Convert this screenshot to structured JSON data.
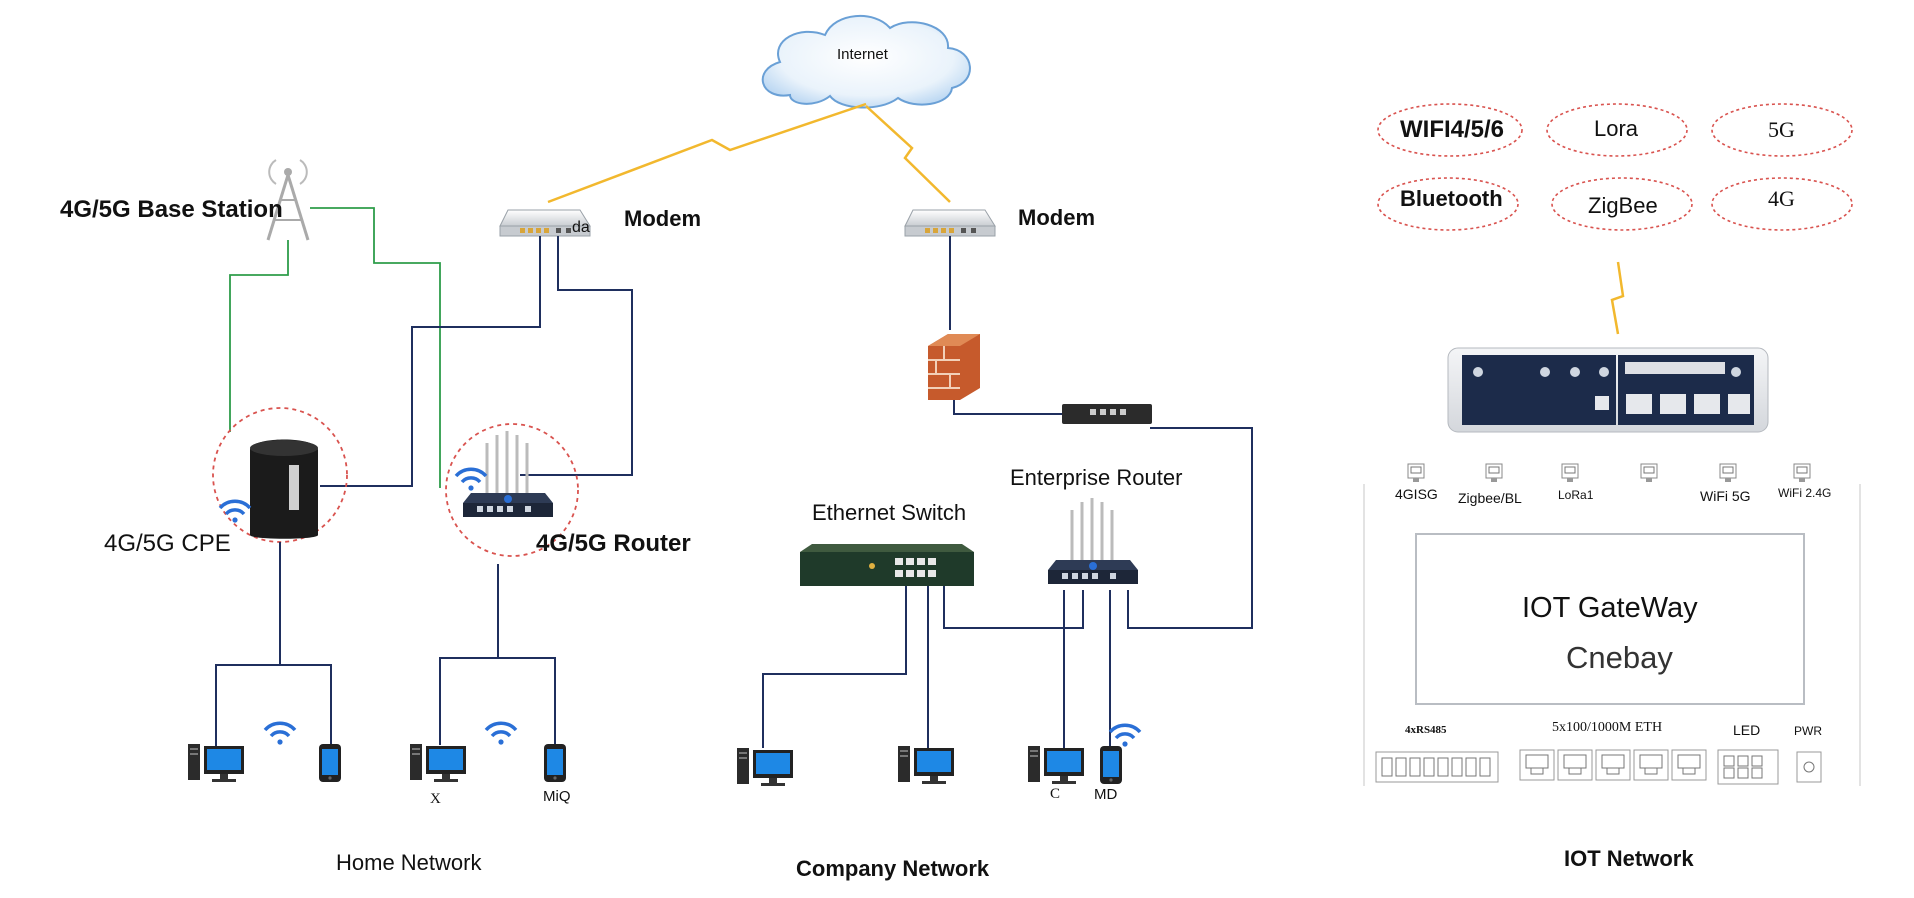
{
  "internet": {
    "label": "Internet"
  },
  "home": {
    "base_station_label": "4G/5G Base Station",
    "modem_label": "Modem",
    "modem_port_text": "da",
    "cpe_label": "4G/5G CPE",
    "router_label": "4G/5G Router",
    "device_labels": [
      "X",
      "MiQ"
    ],
    "section_label": "Home Network"
  },
  "company": {
    "modem_label": "Modem",
    "switch_label": "Ethernet Switch",
    "router_label": "Enterprise Router",
    "device_labels": [
      "C",
      "MD"
    ],
    "section_label": "Company Network"
  },
  "iot": {
    "protocols": [
      "WIFI4/5/6",
      "Lora",
      "5G",
      "Bluetooth",
      "ZigBee",
      "4G"
    ],
    "ports_top": [
      "4GISG",
      "Zigbee/BL",
      "LoRa1",
      "WiFi 5G",
      "WiFi 2.4G"
    ],
    "gateway_title": "IOT GateWay",
    "gateway_brand": "Cnebay",
    "bottom_labels": {
      "rs485": "4xRS485",
      "eth": "5x100/1000M ETH",
      "led": "LED",
      "pwr": "PWR"
    },
    "section_label": "IOT Network"
  },
  "colors": {
    "link_blue": "#1f2f5e",
    "link_green": "#2e9d4a",
    "wireless_bolt": "#f2b82e",
    "dashed_red": "#d9534f",
    "wifi_blue": "#2a6fd6"
  }
}
